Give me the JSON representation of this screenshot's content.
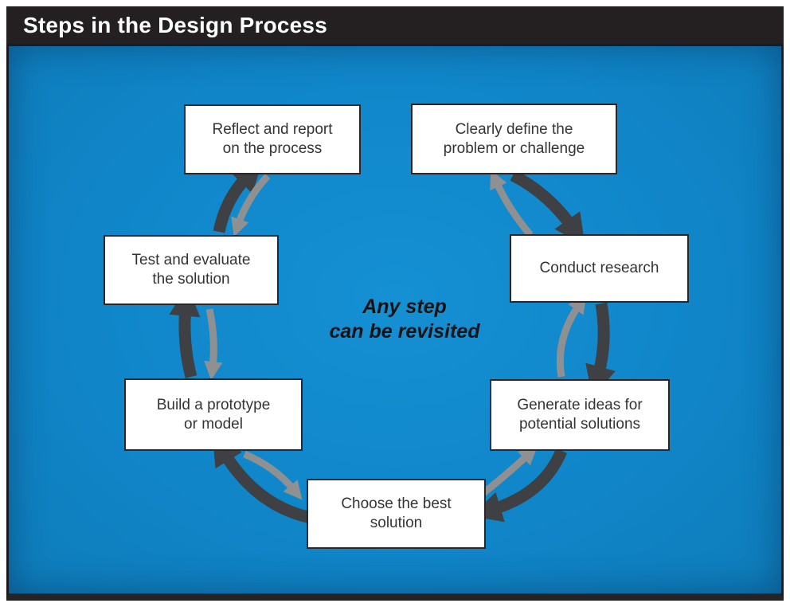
{
  "header": {
    "title": "Steps in the Design Process"
  },
  "diagram": {
    "type": "cycle",
    "cycle_direction": "clockwise",
    "center_note": {
      "line1": "Any step",
      "line2": "can be revisited"
    },
    "steps": [
      {
        "line1": "Clearly define the",
        "line2": "problem or challenge",
        "position": "top-right"
      },
      {
        "line1": "Conduct research",
        "line2": "",
        "position": "right"
      },
      {
        "line1": "Generate ideas for",
        "line2": "potential solutions",
        "position": "bottom-right"
      },
      {
        "line1": "Choose the best",
        "line2": "solution",
        "position": "bottom"
      },
      {
        "line1": "Build a prototype",
        "line2": "or model",
        "position": "bottom-left"
      },
      {
        "line1": "Test and evaluate",
        "line2": "the solution",
        "position": "left"
      },
      {
        "line1": "Reflect and report",
        "line2": "on the process",
        "position": "top-left"
      }
    ],
    "arrows": {
      "forward_meaning": "next step (clockwise)",
      "backward_meaning": "revisit previous step (counterclockwise)"
    },
    "colors": {
      "background_blue": "#1086C9",
      "title_bar_black": "#242021",
      "title_text": "#FFFFFF",
      "forward_arrow_dark": "#3E4044",
      "backward_arrow_gray": "#8E9092",
      "box_background": "#FFFFFF",
      "box_border": "#2B2627",
      "box_text": "#343434",
      "center_note_text": "#121212"
    }
  }
}
